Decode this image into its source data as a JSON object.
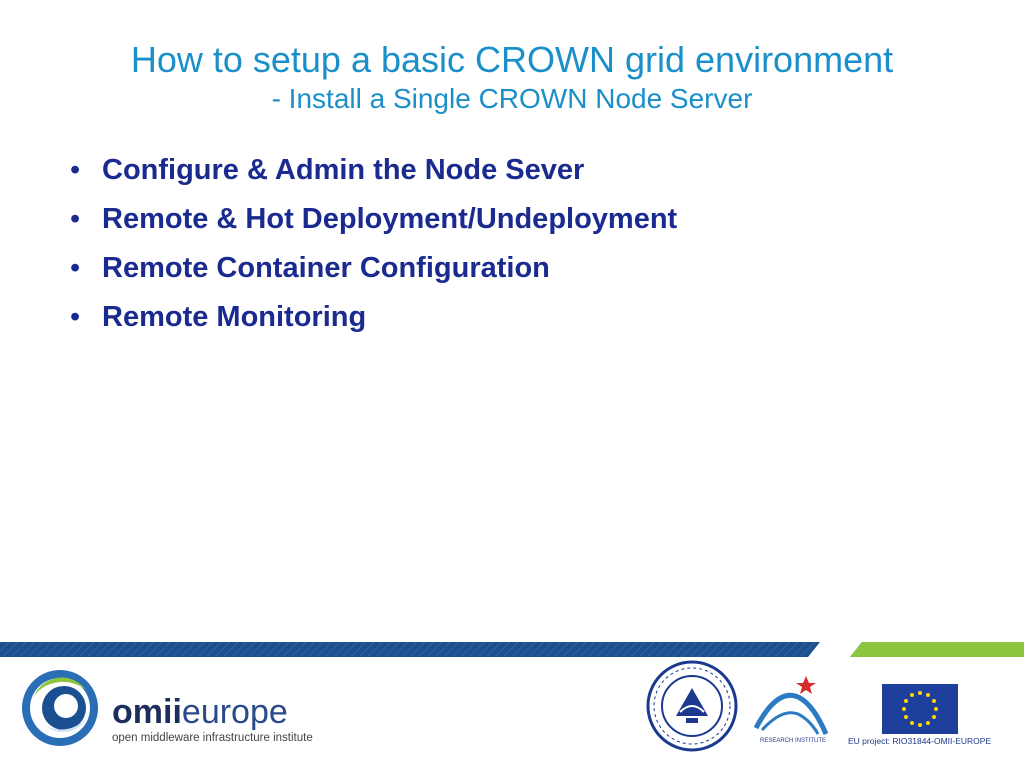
{
  "slide": {
    "title": "How to setup a basic CROWN grid environment",
    "subtitle": "- Install a Single CROWN Node Server",
    "bullets": [
      "Configure & Admin the Node Sever",
      "Remote & Hot Deployment/Undeployment",
      "Remote Container Configuration",
      "Remote Monitoring"
    ],
    "bullet_glyph": "•"
  },
  "footer": {
    "omii_brand_bold": "omii",
    "omii_brand_light": "europe",
    "omii_tagline": "open middleware infrastructure institute",
    "research_institute_label": "RESEARCH INSTITUTE",
    "eu_project": "EU project: RIO31844-OMII-EUROPE"
  },
  "colors": {
    "title": "#1a8fc9",
    "bullet_text": "#1b2a8f",
    "band_blue": "#1d4f8c",
    "band_green": "#8cc63f"
  }
}
